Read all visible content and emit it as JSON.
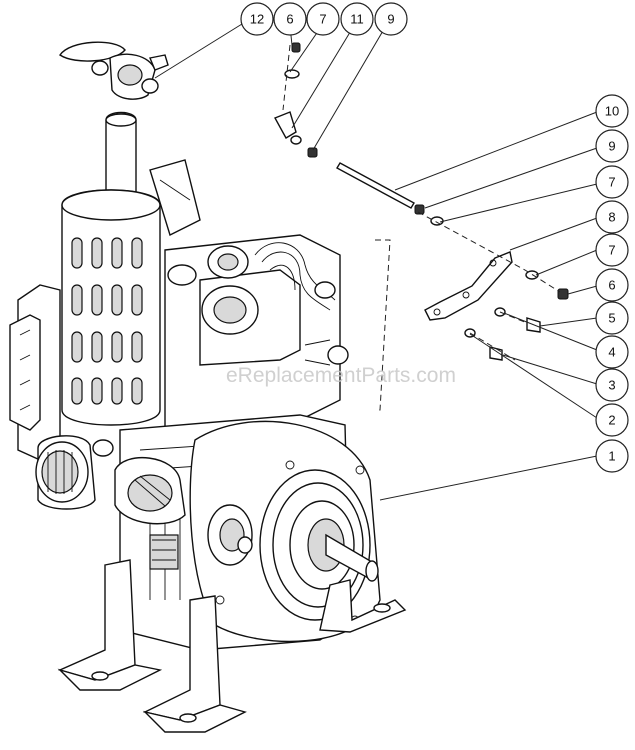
{
  "watermark": "eReplacementParts.com",
  "callouts": [
    {
      "id": "c12",
      "label": "12"
    },
    {
      "id": "c6a",
      "label": "6"
    },
    {
      "id": "c7a",
      "label": "7"
    },
    {
      "id": "c11",
      "label": "11"
    },
    {
      "id": "c9a",
      "label": "9"
    },
    {
      "id": "c10",
      "label": "10"
    },
    {
      "id": "c9b",
      "label": "9"
    },
    {
      "id": "c7b",
      "label": "7"
    },
    {
      "id": "c8",
      "label": "8"
    },
    {
      "id": "c7c",
      "label": "7"
    },
    {
      "id": "c6b",
      "label": "6"
    },
    {
      "id": "c5",
      "label": "5"
    },
    {
      "id": "c4",
      "label": "4"
    },
    {
      "id": "c3",
      "label": "3"
    },
    {
      "id": "c2",
      "label": "2"
    },
    {
      "id": "c1",
      "label": "1"
    }
  ]
}
